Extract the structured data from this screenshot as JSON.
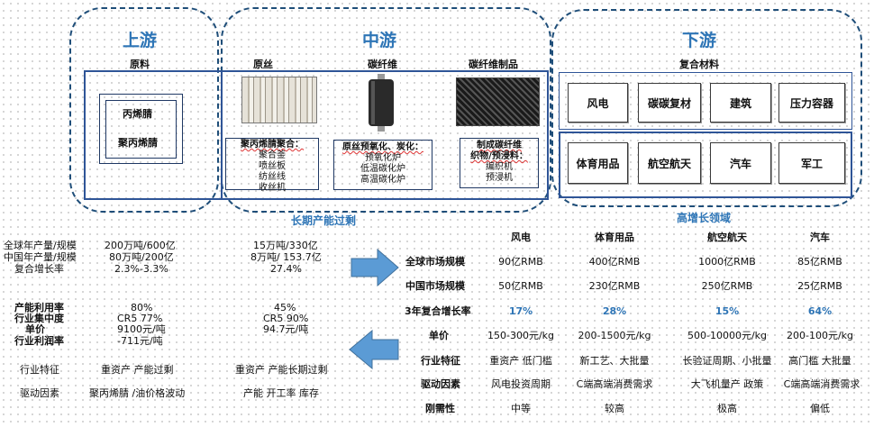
{
  "zones": {
    "upstream": {
      "title": "上游",
      "subtitle": "原料",
      "items": [
        "丙烯腈",
        "聚丙烯腈"
      ]
    },
    "midstream": {
      "title": "中游",
      "columns": [
        {
          "title": "原丝",
          "lines": [
            "聚丙烯腈聚合：",
            "聚合釜",
            "喷丝板",
            "纺丝线",
            "收丝机"
          ]
        },
        {
          "title": "碳纤维",
          "lines": [
            "原丝预氧化、炭化：",
            "预氧化炉",
            "低温碳化炉",
            "高温碳化炉"
          ]
        },
        {
          "title": "碳纤维制品",
          "lines": [
            "制成碳纤维",
            "织物/预浸料：",
            "编织机",
            "预浸机"
          ]
        }
      ]
    },
    "downstream": {
      "title": "下游",
      "subtitle": "复合材料",
      "row1": [
        "风电",
        "碳碳复材",
        "建筑",
        "压力容器"
      ],
      "row2": [
        "体育用品",
        "航空航天",
        "汽车",
        "军工"
      ]
    }
  },
  "captions": {
    "overcapacity": "长期产能过剩",
    "high_growth": "高增长领域"
  },
  "left_table": {
    "rows_a": [
      {
        "label": "全球年产量/规模",
        "v1": "200万吨/600亿",
        "v2": "15万吨/330亿"
      },
      {
        "label": "中国年产量/规模",
        "v1": "80万吨/200亿",
        "v2": "8万吨/ 153.7亿"
      },
      {
        "label": "复合增长率",
        "v1": "2.3%-3.3%",
        "v2": "27.4%"
      }
    ],
    "rows_b": [
      {
        "label": "产能利用率",
        "v1": "80%",
        "v2": "45%"
      },
      {
        "label": "行业集中度",
        "v1": "CR5 77%",
        "v2": "CR5 90%"
      },
      {
        "label": "单价",
        "v1": "9100元/吨",
        "v2": "94.7元/吨"
      },
      {
        "label": "行业利润率",
        "v1": "-711元/吨",
        "v2": ""
      }
    ],
    "rows_c": [
      {
        "label": "行业特征",
        "v1": "重资产  产能过剩",
        "v2": "重资产  产能长期过剩"
      },
      {
        "label": "驱动因素",
        "v1": "聚丙烯腈 /油价格波动",
        "v2": "产能   开工率   库存"
      }
    ]
  },
  "right_table": {
    "headers": [
      "风电",
      "体育用品",
      "航空航天",
      "汽车"
    ],
    "rows": [
      {
        "label": "全球市场规模",
        "values": [
          "90亿RMB",
          "400亿RMB",
          "1000亿RMB",
          "85亿RMB"
        ]
      },
      {
        "label": "中国市场规模",
        "values": [
          "50亿RMB",
          "230亿RMB",
          "250亿RMB",
          "25亿RMB"
        ]
      },
      {
        "label": "3年复合增长率",
        "values": [
          "17%",
          "28%",
          "15%",
          "64%"
        ]
      },
      {
        "label": "单价",
        "values": [
          "150-300元/kg",
          "200-1500元/kg",
          "500-10000元/kg",
          "200-100元/kg"
        ]
      },
      {
        "label": "行业特征",
        "values": [
          "重资产  低门槛",
          "新工艺、大批量",
          "长验证周期、小批量",
          "高门槛  大批量"
        ]
      },
      {
        "label": "驱动因素",
        "values": [
          "风电投资周期",
          "C端高端消费需求",
          "大飞机量产  政策",
          "C端高端消费需求"
        ]
      },
      {
        "label": "刚需性",
        "values": [
          "中等",
          "较高",
          "极高",
          "偏低"
        ]
      }
    ]
  },
  "colors": {
    "accent": "#2e75b6",
    "frame": "#1f4e79",
    "arrow": "#5b9bd5"
  }
}
